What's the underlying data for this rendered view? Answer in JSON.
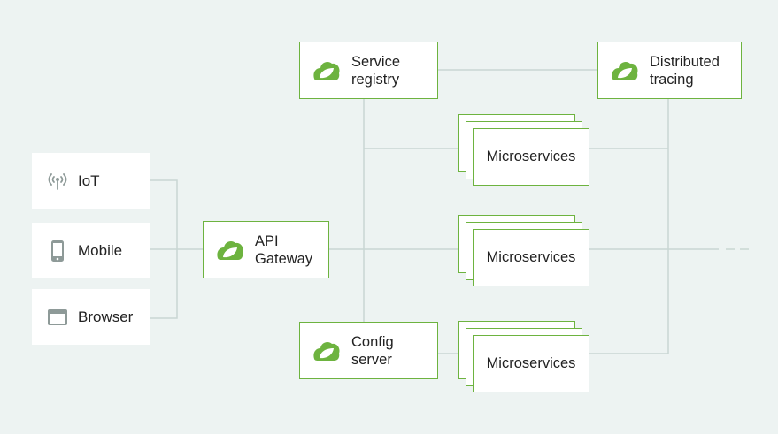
{
  "clients": [
    {
      "label": "IoT",
      "icon": "antenna-icon"
    },
    {
      "label": "Mobile",
      "icon": "mobile-phone-icon"
    },
    {
      "label": "Browser",
      "icon": "browser-window-icon"
    }
  ],
  "gateway": {
    "label": "API\nGateway",
    "icon": "spring-leaf-icon"
  },
  "service_registry": {
    "label": "Service\nregistry",
    "icon": "spring-leaf-icon"
  },
  "config_server": {
    "label": "Config\nserver",
    "icon": "spring-leaf-icon"
  },
  "distributed_tracing": {
    "label": "Distributed\ntracing",
    "icon": "spring-leaf-icon"
  },
  "microservices": [
    {
      "label": "Microservices"
    },
    {
      "label": "Microservices"
    },
    {
      "label": "Microservices"
    }
  ],
  "colors": {
    "background": "#edf3f2",
    "spring_green": "#6db33f",
    "line": "#c9d6d3",
    "icon_gray": "#8e9a98"
  }
}
